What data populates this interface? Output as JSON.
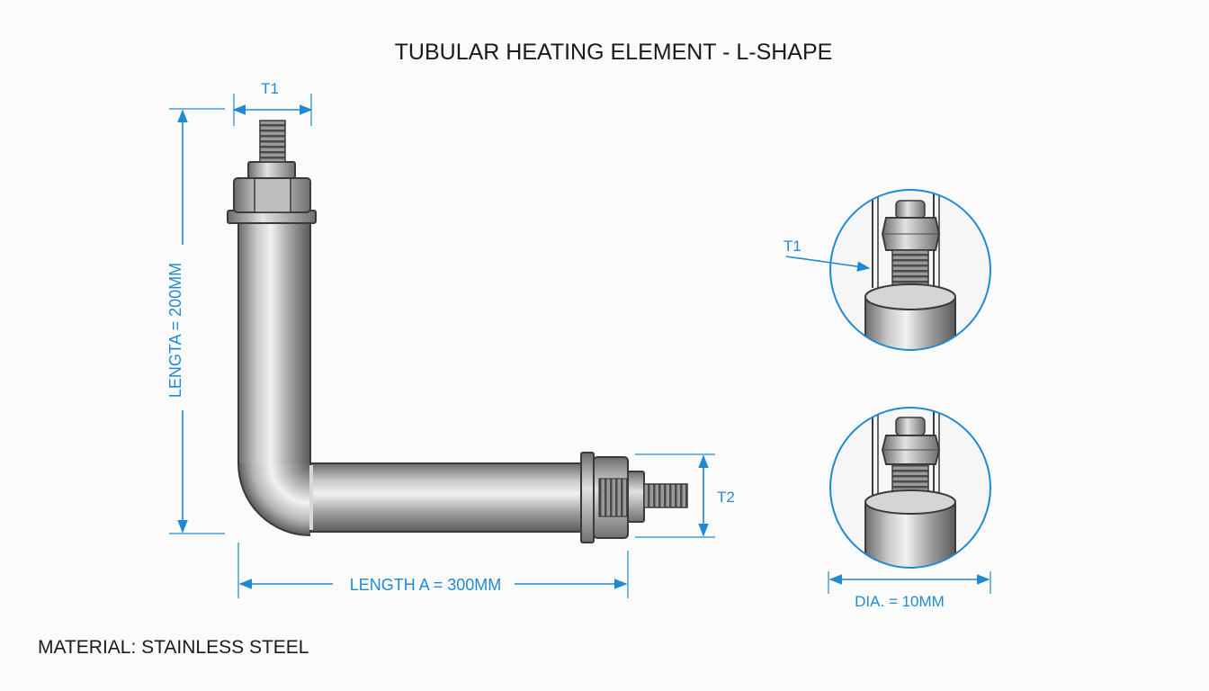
{
  "title": "TUBULAR HEATING ELEMENT - L-SHAPE",
  "dimensions": {
    "terminal_top": "T1",
    "terminal_side": "T2",
    "length_vertical": "LENGTA = 200MM",
    "length_horizontal": "LENGTH A = 300MM",
    "detail_terminal": "T1",
    "diameter": "DIA. = 10MM"
  },
  "material": "MATERIAL: STAINLESS STEEL",
  "colors": {
    "dimension": "#1f8ad2",
    "metal_light": "#e6e6e6",
    "metal_mid": "#a9a9a9",
    "metal_dark": "#5f5f5f",
    "text": "#1a1a1a"
  }
}
